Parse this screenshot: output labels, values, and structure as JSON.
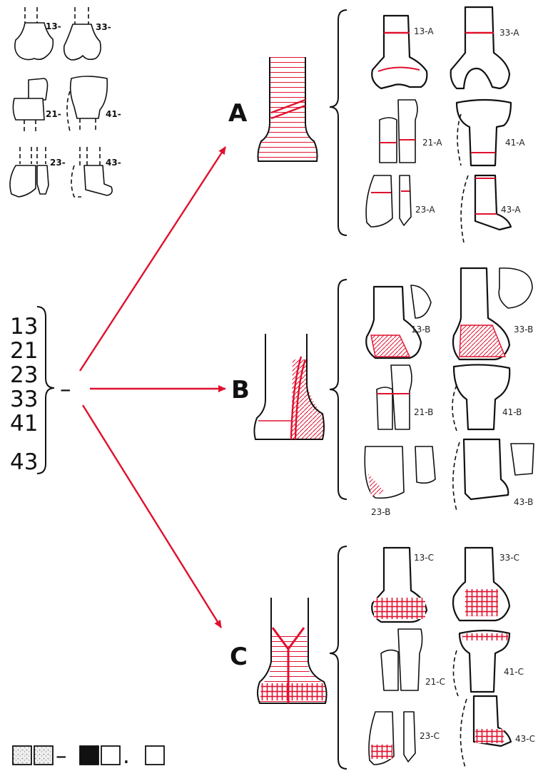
{
  "colors": {
    "accent": "#e0102e",
    "ink": "#111111",
    "stipple": "#cfcfcf"
  },
  "legend_bones": [
    {
      "label": "13-"
    },
    {
      "label": "33-"
    },
    {
      "label": "21-"
    },
    {
      "label": "41-"
    },
    {
      "label": "23-"
    },
    {
      "label": "43-"
    }
  ],
  "codes": [
    "13",
    "21",
    "23",
    "33",
    "41",
    "43"
  ],
  "dash_label": "–",
  "types": [
    "A",
    "B",
    "C"
  ],
  "type_labels": {
    "A": [
      "13-A",
      "33-A",
      "21-A",
      "41-A",
      "23-A",
      "43-A"
    ],
    "B": [
      "13-B",
      "33-B",
      "21-B",
      "41-B",
      "23-B",
      "43-B"
    ],
    "C": [
      "13-C",
      "33-C",
      "21-C",
      "41-C",
      "23-C",
      "43-C"
    ]
  },
  "code_boxes": {
    "separator_dash": "–",
    "separator_dot": "."
  }
}
